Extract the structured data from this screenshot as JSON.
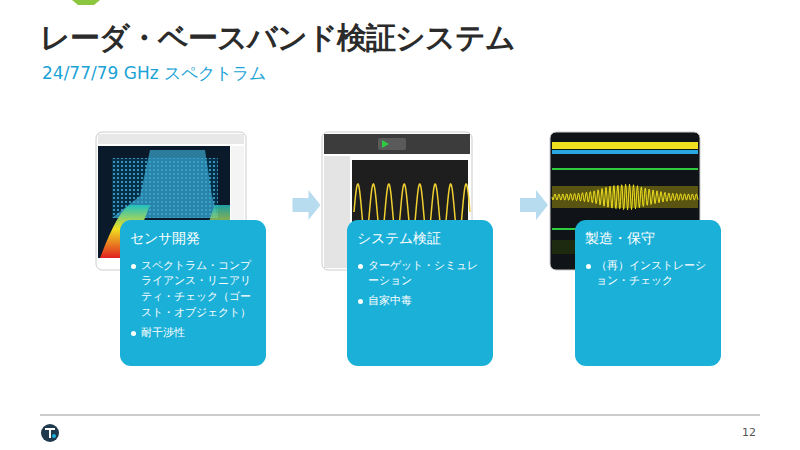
{
  "diagram": {
    "title": "レーダ・ベースバンド検証システム",
    "caption": "24/77/79 GHz スペクトラム",
    "nodes": [
      {
        "text": [
          "センサ開発",
          "スペクトラム・コンプライアンス・リニアリティ・チェック（ゴースト・オブジェクト）",
          "耐干渉性"
        ]
      },
      {
        "text": [
          "システム検証",
          "ターゲット・シミュレーション",
          "自家中毒"
        ]
      },
      {
        "text": [
          "製造・保守",
          "（再）インストレーション・チェック"
        ]
      }
    ],
    "edges": [
      {
        "from": 0,
        "to": 1,
        "arrow": "to"
      },
      {
        "from": 1,
        "to": 2,
        "arrow": "to"
      }
    ],
    "labels": [
      "12"
    ]
  }
}
